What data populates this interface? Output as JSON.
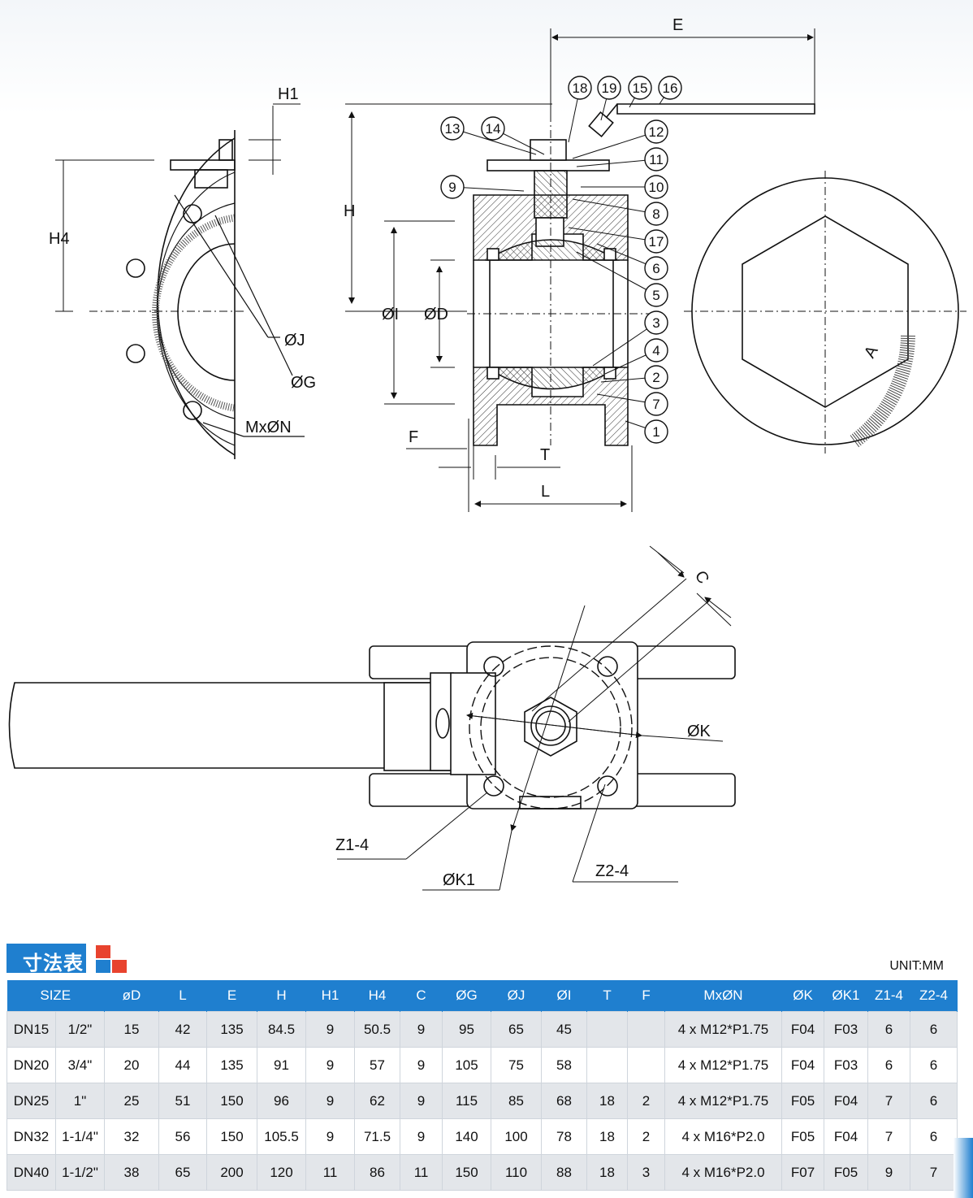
{
  "drawing_labels": {
    "E": "E",
    "H1": "H1",
    "H": "H",
    "H4": "H4",
    "phiJ": "ØJ",
    "phiG": "ØG",
    "MxN": "MxØN",
    "phiI": "ØI",
    "phiD": "ØD",
    "F": "F",
    "T": "T",
    "L": "L",
    "A": "A",
    "C": "C",
    "phiK": "ØK",
    "Z14": "Z1-4",
    "phiK1": "ØK1",
    "Z24": "Z2-4"
  },
  "callouts": [
    "18",
    "19",
    "15",
    "16",
    "13",
    "14",
    "12",
    "11",
    "9",
    "10",
    "8",
    "17",
    "6",
    "5",
    "3",
    "4",
    "2",
    "7",
    "1"
  ],
  "table": {
    "title": "寸法表",
    "unit": "UNIT:MM",
    "headers": [
      "SIZE",
      "øD",
      "L",
      "E",
      "H",
      "H1",
      "H4",
      "C",
      "ØG",
      "ØJ",
      "ØI",
      "T",
      "F",
      "MxØN",
      "ØK",
      "ØK1",
      "Z1-4",
      "Z2-4"
    ],
    "rows": [
      [
        "DN15",
        "1/2\"",
        "15",
        "42",
        "135",
        "84.5",
        "9",
        "50.5",
        "9",
        "95",
        "65",
        "45",
        "",
        "",
        "4 x M12*P1.75",
        "F04",
        "F03",
        "6",
        "6"
      ],
      [
        "DN20",
        "3/4\"",
        "20",
        "44",
        "135",
        "91",
        "9",
        "57",
        "9",
        "105",
        "75",
        "58",
        "",
        "",
        "4 x M12*P1.75",
        "F04",
        "F03",
        "6",
        "6"
      ],
      [
        "DN25",
        "1\"",
        "25",
        "51",
        "150",
        "96",
        "9",
        "62",
        "9",
        "115",
        "85",
        "68",
        "18",
        "2",
        "4 x M12*P1.75",
        "F05",
        "F04",
        "7",
        "6"
      ],
      [
        "DN32",
        "1-1/4\"",
        "32",
        "56",
        "150",
        "105.5",
        "9",
        "71.5",
        "9",
        "140",
        "100",
        "78",
        "18",
        "2",
        "4 x M16*P2.0",
        "F05",
        "F04",
        "7",
        "6"
      ],
      [
        "DN40",
        "1-1/2\"",
        "38",
        "65",
        "200",
        "120",
        "11",
        "86",
        "11",
        "150",
        "110",
        "88",
        "18",
        "3",
        "4 x M16*P2.0",
        "F07",
        "F05",
        "9",
        "7"
      ]
    ]
  },
  "colors": {
    "header_blue": "#1f7fcf",
    "accent_red": "#e8432e",
    "row_shade": "#e3e6ea"
  }
}
